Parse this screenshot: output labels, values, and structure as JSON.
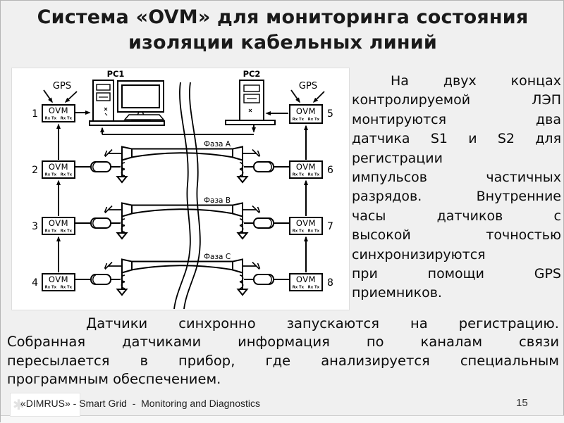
{
  "title": {
    "line1": "Система «OVM» для мониторинга состояния",
    "line2": "изоляции кабельных линий"
  },
  "side_text": {
    "lines": [
      "На двух концах",
      "контролируемой ЛЭП",
      "монтируются два",
      "датчика S1 и S2 для",
      "регистрации",
      "импульсов частичных",
      "разрядов. Внутренние",
      "часы датчиков с",
      "высокой точностью",
      "синхронизируются",
      "при помощи GPS",
      "приемников."
    ]
  },
  "bottom_text": {
    "lines": [
      "Датчики синхронно запускаются на регистрацию.",
      "Собранная датчиками информация по каналам связи",
      "пересылается в прибор, где анализируется специальным",
      "программным обеспечением."
    ]
  },
  "diagram": {
    "pc1_label": "PC1",
    "pc2_label": "PC2",
    "gps_label": "GPS",
    "ovm_label": "OVM",
    "rxtx_label": "Rx Tx",
    "phase_labels": [
      "Фаза A",
      "Фаза B",
      "Фаза C"
    ],
    "node_numbers": [
      "1",
      "2",
      "3",
      "4",
      "5",
      "6",
      "7",
      "8"
    ]
  },
  "footer": {
    "brand_line": "«DIMRUS» - Smart Grid  -  Monitoring and Diagnostics",
    "page_number": "15",
    "logo_mark": "✱"
  },
  "colors": {
    "background": "#f0f0f0",
    "panel": "#ffffff",
    "title_text": "#1a1a1a",
    "diagram_line": "#000000",
    "footer_rule": "#cfcfcf"
  }
}
